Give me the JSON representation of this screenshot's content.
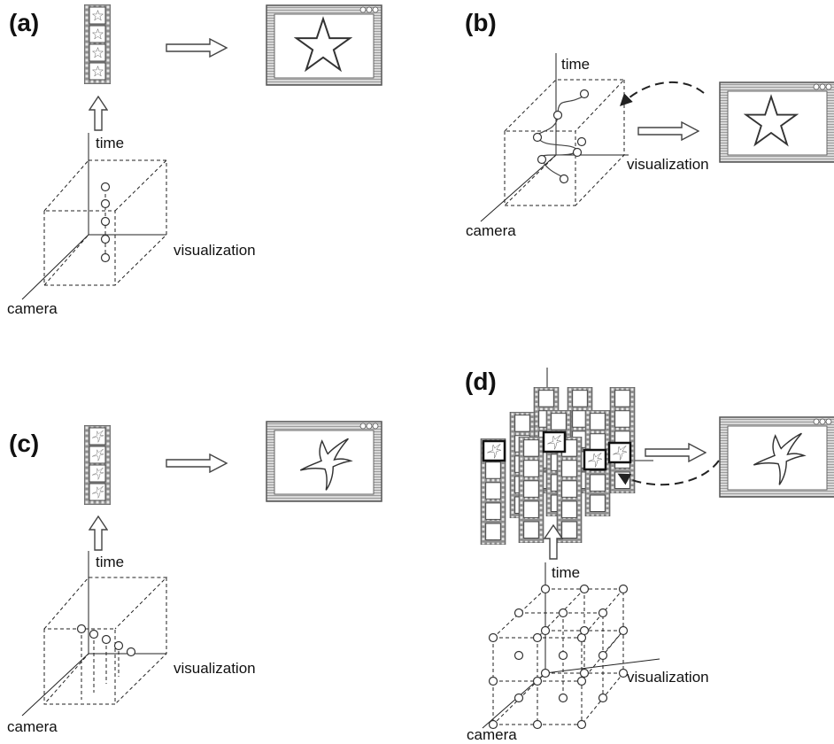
{
  "panels": {
    "a": {
      "label": "(a)",
      "axes": {
        "time": "time",
        "visualization": "visualization",
        "camera": "camera"
      }
    },
    "b": {
      "label": "(b)",
      "axes": {
        "time": "time",
        "visualization": "visualization",
        "camera": "camera"
      }
    },
    "c": {
      "label": "(c)",
      "axes": {
        "time": "time",
        "visualization": "visualization",
        "camera": "camera"
      }
    },
    "d": {
      "label": "(d)",
      "axes": {
        "time": "time",
        "visualization": "visualization",
        "camera": "camera"
      }
    }
  },
  "colors": {
    "stroke": "#222222",
    "window_frame": "#8a8a8a",
    "window_stripes": "#b5b5b5",
    "film": "#9a9a9a"
  },
  "icons": [
    "star-icon",
    "swallow-icon",
    "film-strip-icon",
    "window-icon",
    "up-arrow-icon",
    "right-arrow-icon"
  ]
}
